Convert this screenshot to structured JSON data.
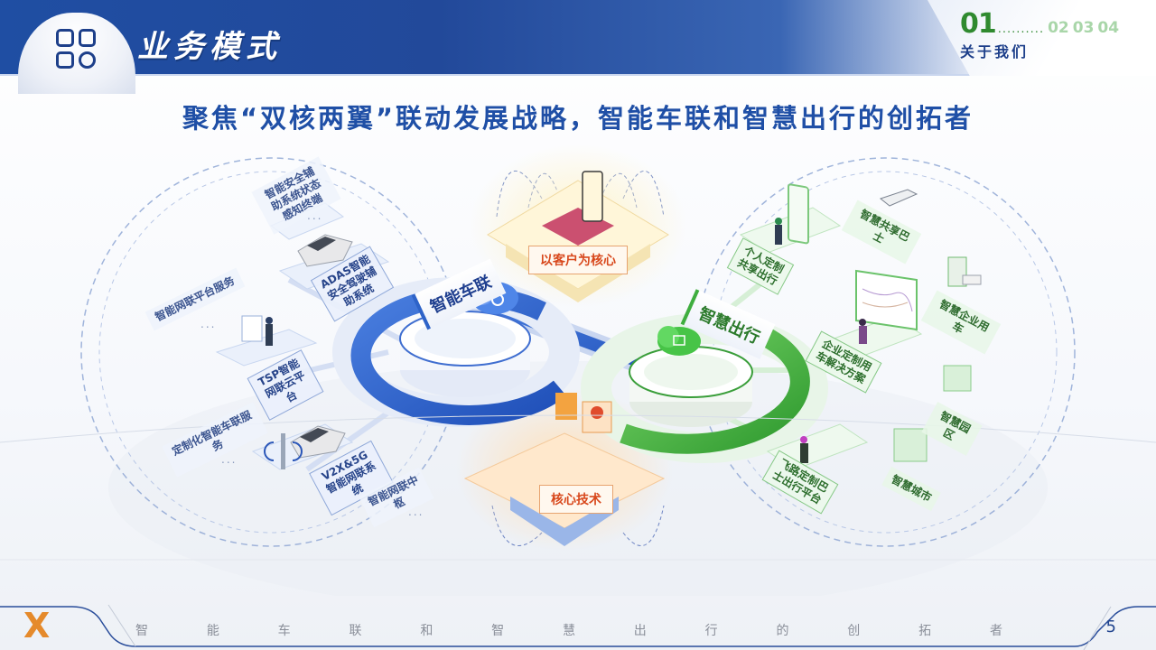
{
  "header": {
    "title": "业务模式",
    "icon": "grid-apps-icon"
  },
  "section_nav": {
    "active_number": "01",
    "dots": "..........",
    "other_numbers": [
      "02",
      "03",
      "04"
    ],
    "active_label": "关于我们"
  },
  "subtitle": "聚焦“双核两翼”联动发展战略，智能车联和智慧出行的创拓者",
  "diagram": {
    "cores": {
      "top": "以客户为核心",
      "bottom": "核心技术"
    },
    "hubs": {
      "left": "智能车联",
      "right": "智慧出行"
    },
    "left_wing": {
      "nodes": [
        {
          "label": "ADAS智能安全驾驶辅助系统"
        },
        {
          "label": "TSP智能网联云平台"
        },
        {
          "label": "V2X&5G智能网联系统"
        }
      ],
      "satellites": [
        {
          "label": "智能安全辅助系统状态感知终端"
        },
        {
          "label": "智能网联平台服务"
        },
        {
          "label": "定制化智能车联服务"
        },
        {
          "label": "智能网联中枢"
        }
      ],
      "ellipsis": "..."
    },
    "right_wing": {
      "nodes": [
        {
          "label": "个人定制共享出行"
        },
        {
          "label": "企业定制用车解决方案"
        },
        {
          "label": "飞路定制巴士出行平台"
        }
      ],
      "satellites": [
        {
          "label": "智慧共享巴士"
        },
        {
          "label": "智慧企业用车"
        },
        {
          "label": "智慧园区"
        },
        {
          "label": "智慧城市"
        }
      ]
    },
    "colors": {
      "blue": "#2257c4",
      "green": "#3fae3f",
      "orange": "#d8481c"
    }
  },
  "footer": {
    "logo": "X",
    "slogan_chars": [
      "智",
      "能",
      "车",
      "联",
      "和",
      "智",
      "慧",
      "出",
      "行",
      "的",
      "创",
      "拓",
      "者"
    ],
    "page_number": "5"
  }
}
